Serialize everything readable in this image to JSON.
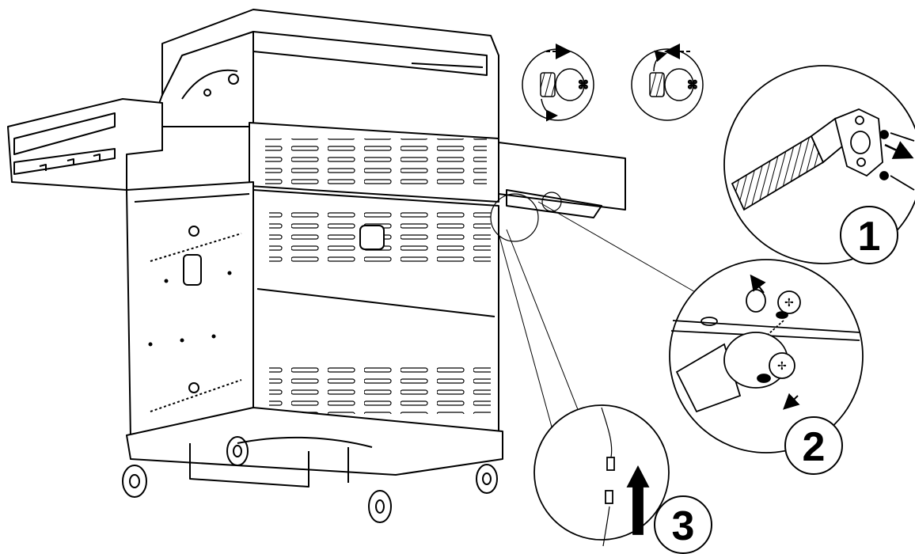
{
  "steps": [
    {
      "number": "1"
    },
    {
      "number": "2"
    },
    {
      "number": "3"
    }
  ],
  "screw_glyph": "⌘",
  "line_color": "#000000",
  "background_color": "#ffffff"
}
